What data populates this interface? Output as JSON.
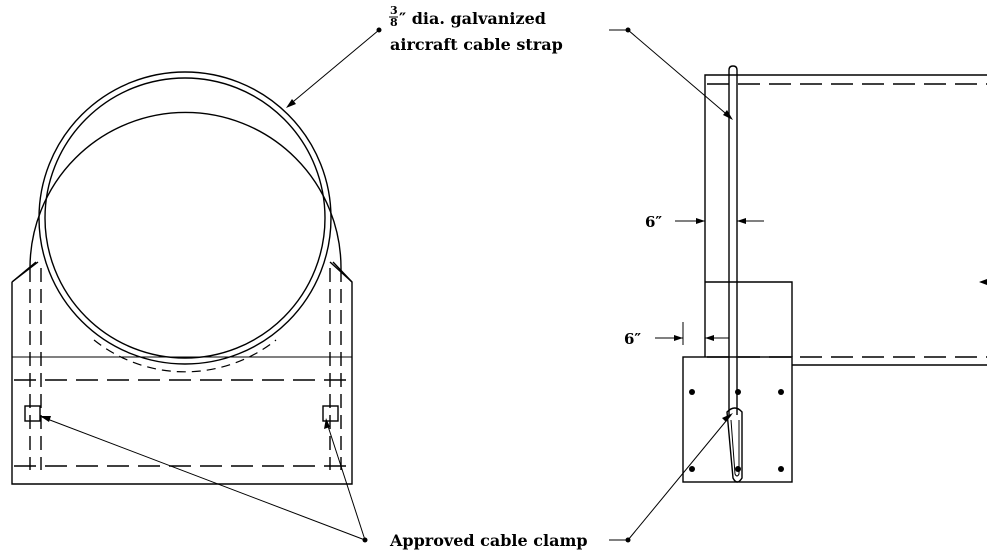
{
  "labels": {
    "cable_fraction_numerator": "3",
    "cable_fraction_denominator": "8",
    "cable_line1_suffix": "″ dia. galvanized",
    "cable_line2": "aircraft cable strap",
    "clamp_label": "Approved cable clamp",
    "dim_upper": "6″",
    "dim_lower": "6″"
  }
}
